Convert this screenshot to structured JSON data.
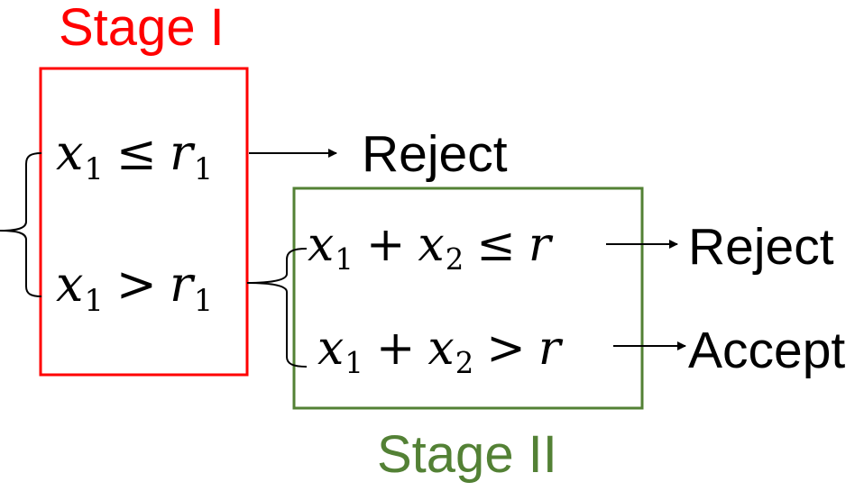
{
  "stage1": {
    "label": "Stage I",
    "color": "#ff0000"
  },
  "stage2": {
    "label": "Stage II",
    "color": "#538135"
  },
  "conditions": {
    "c1": {
      "var": "x",
      "sub": "1",
      "op": "≤",
      "rhs": "r",
      "rhs_sub": "1"
    },
    "c2": {
      "var": "x",
      "sub": "1",
      "op": ">",
      "rhs": "r",
      "rhs_sub": "1"
    },
    "c3": {
      "var1": "x",
      "sub1": "1",
      "plus": "+",
      "var2": "x",
      "sub2": "2",
      "op": "≤",
      "rhs": "r"
    },
    "c4": {
      "var1": "x",
      "sub1": "1",
      "plus": "+",
      "var2": "x",
      "sub2": "2",
      "op": ">",
      "rhs": "r"
    }
  },
  "outcomes": {
    "o1": "Reject",
    "o2": "Reject",
    "o3": "Accept"
  }
}
